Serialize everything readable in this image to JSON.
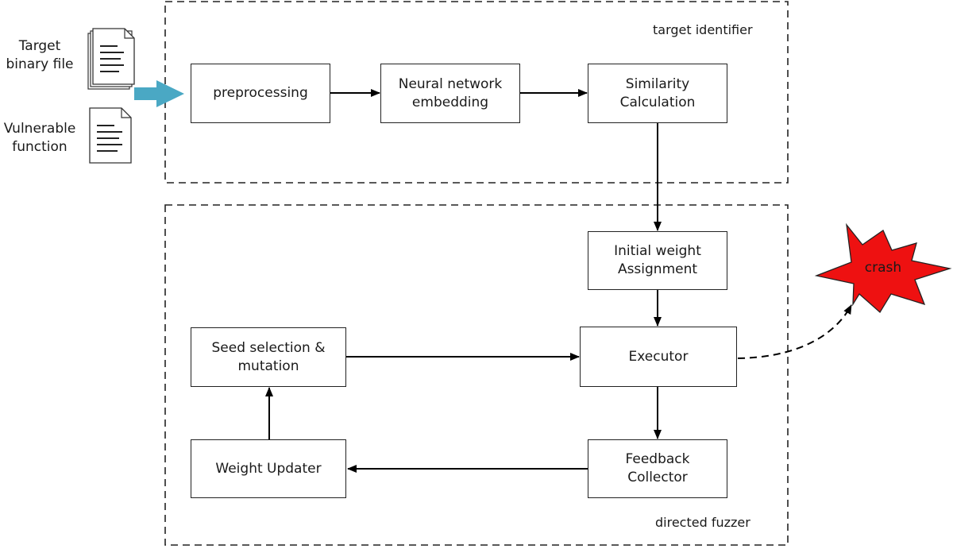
{
  "inputs": {
    "target_binary": "Target\nbinary file",
    "vulnerable_function": "Vulnerable\nfunction"
  },
  "groups": {
    "target_identifier": "target identifier",
    "directed_fuzzer": "directed fuzzer"
  },
  "nodes": {
    "preprocessing": "preprocessing",
    "embedding": "Neural network\nembedding",
    "similarity": "Similarity\nCalculation",
    "initial_weight": "Initial weight\nAssignment",
    "executor": "Executor",
    "seed_selection": "Seed selection &\nmutation",
    "feedback": "Feedback\nCollector",
    "weight_updater": "Weight Updater",
    "crash": "crash"
  },
  "colors": {
    "input_arrow": "#4aa8c4",
    "crash_fill": "#ee1111"
  },
  "icons": [
    "document-stack-icon",
    "document-icon",
    "crash-starburst-icon"
  ]
}
